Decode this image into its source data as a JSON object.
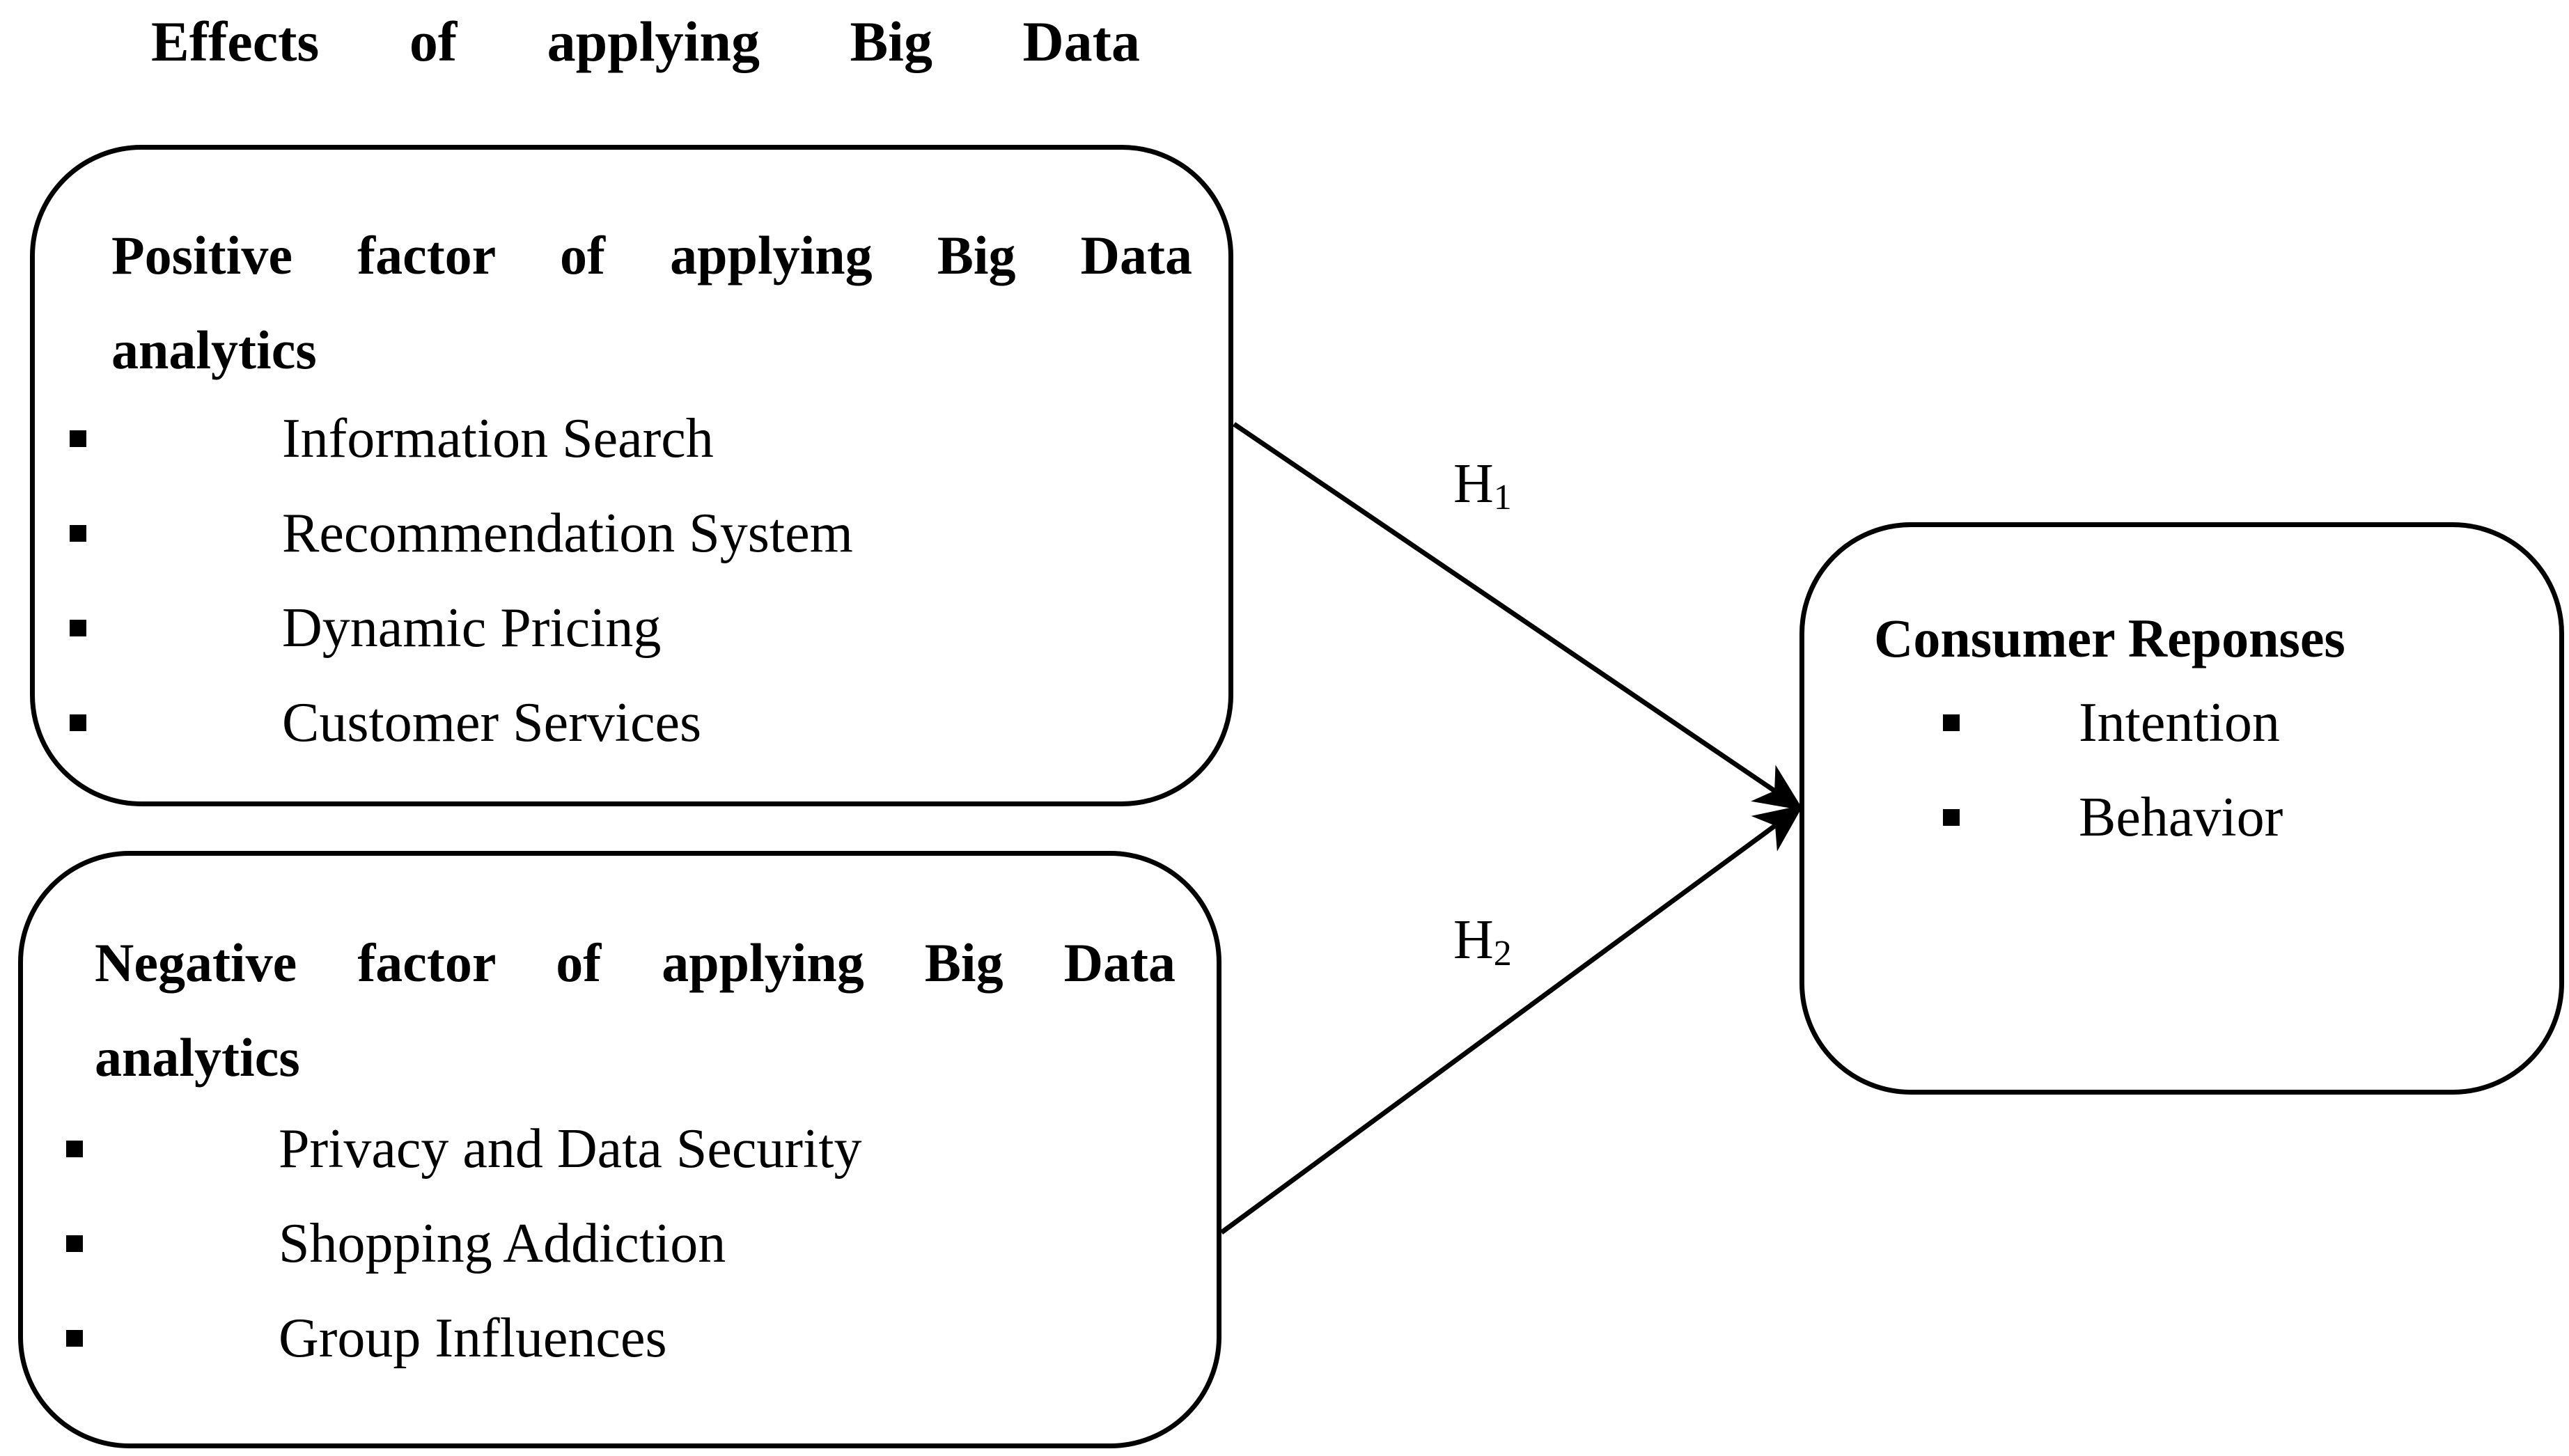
{
  "top_title": {
    "words": [
      "Effects",
      "of",
      "applying",
      "Big",
      "Data"
    ]
  },
  "positive_box": {
    "heading_line1": "Positive factor of applying Big Data",
    "heading_line2": "analytics",
    "items": [
      "Information Search",
      "Recommendation System",
      "Dynamic Pricing",
      "Customer Services"
    ]
  },
  "negative_box": {
    "heading_line1": "Negative factor of applying Big Data",
    "heading_line2": "analytics",
    "items": [
      "Privacy and Data Security",
      "Shopping Addiction",
      "Group Influences"
    ]
  },
  "consumer_box": {
    "heading": "Consumer Reponses",
    "items": [
      "Intention",
      "Behavior"
    ]
  },
  "hypotheses": {
    "h1": {
      "letter": "H",
      "index": "1"
    },
    "h2": {
      "letter": "H",
      "index": "2"
    }
  },
  "colors": {
    "stroke": "#000000",
    "text": "#000000",
    "background": "#ffffff"
  }
}
